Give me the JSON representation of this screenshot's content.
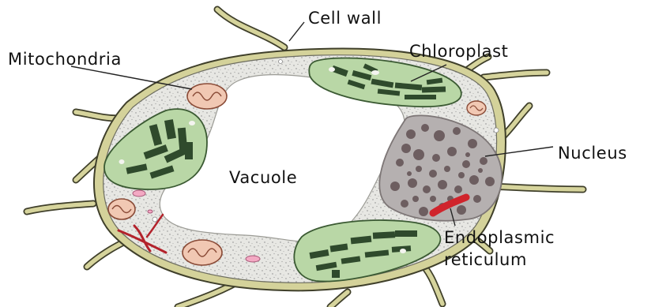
{
  "labels": {
    "cell_wall": "Cell wall",
    "mitochondria": "Mitochondria",
    "chloroplast": "Chloroplast",
    "nucleus": "Nucleus",
    "vacuole": "Vacuole",
    "endoplasmic_line1": "Endoplasmic",
    "endoplasmic_line2": "reticulum"
  },
  "colors": {
    "cell_wall": "#d4d29a",
    "cell_wall_edge": "#3f3f2a",
    "cytoplasm": "#e6e6e2",
    "cytoplasm_dots": "#8a8a8a",
    "vacuole": "#ffffff",
    "chloroplast": "#b7d6a4",
    "chloroplast_edge": "#3b5a33",
    "thylakoid": "#2f4a2c",
    "mitochondria": "#f1c8b3",
    "mitochondria_edge": "#8a4b37",
    "nucleus": "#b3aeae",
    "nucleus_chromatin": "#6e5f61",
    "endoplasmic_reticulum": "#d0242c"
  }
}
